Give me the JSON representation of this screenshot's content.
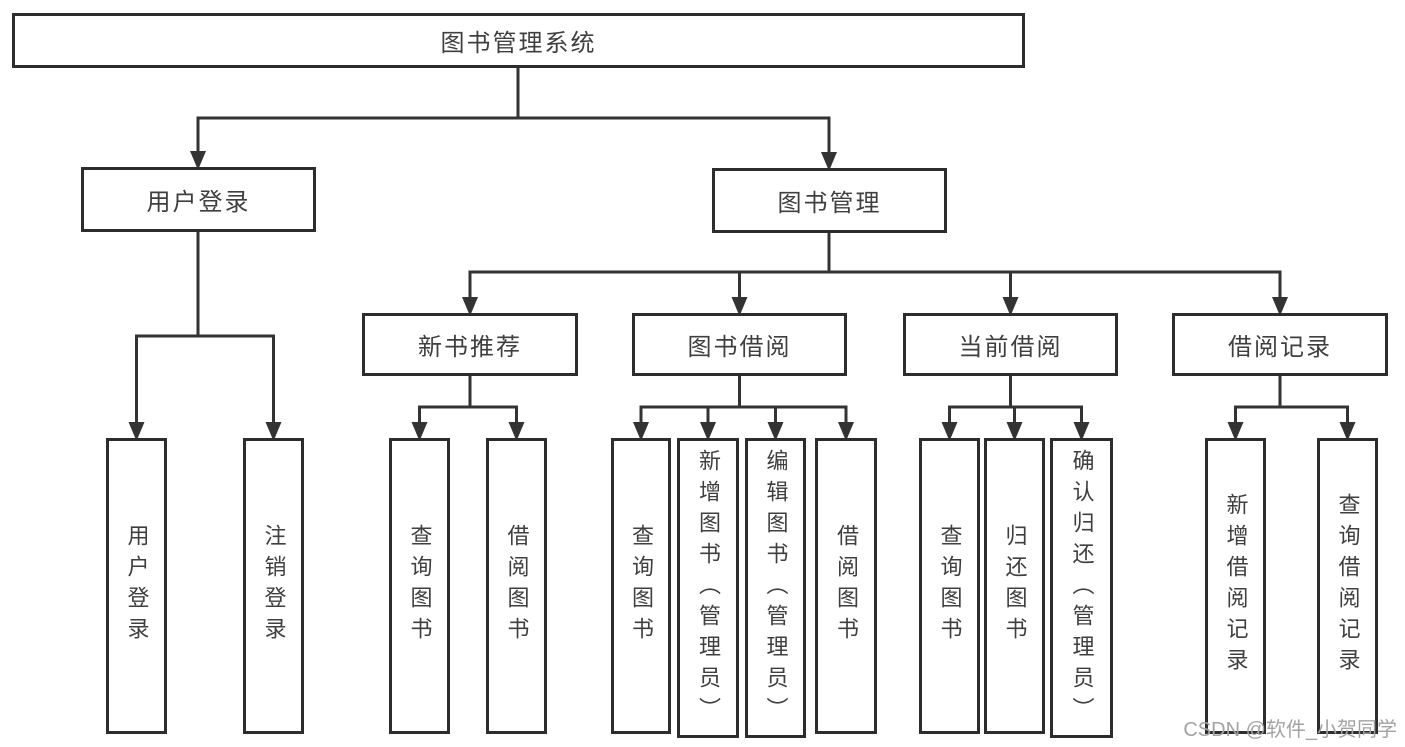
{
  "diagram": {
    "root": {
      "label": "图书管理系统"
    },
    "level2": {
      "user_login": {
        "label": "用户登录"
      },
      "book_mgmt": {
        "label": "图书管理"
      }
    },
    "level3": {
      "new_book_rec": {
        "label": "新书推荐"
      },
      "book_borrow": {
        "label": "图书借阅"
      },
      "current_borrow": {
        "label": "当前借阅"
      },
      "borrow_records": {
        "label": "借阅记录"
      }
    },
    "leaves": {
      "user_login": {
        "label": "用户登录"
      },
      "logout": {
        "label": "注销登录"
      },
      "rec_query_book": {
        "label": "查询图书"
      },
      "rec_borrow_book": {
        "label": "借阅图书"
      },
      "bb_query_book": {
        "label": "查询图书"
      },
      "bb_add_book_admin": {
        "label": "新增图书（管理员）"
      },
      "bb_edit_book_admin": {
        "label": "编辑图书（管理员）"
      },
      "bb_borrow_book": {
        "label": "借阅图书"
      },
      "cb_query_book": {
        "label": "查询图书"
      },
      "cb_return_book": {
        "label": "归还图书"
      },
      "cb_confirm_return_admin": {
        "label": "确认归还（管理员）"
      },
      "br_add_record": {
        "label": "新增借阅记录"
      },
      "br_query_record": {
        "label": "查询借阅记录"
      }
    }
  },
  "watermark": {
    "text": "CSDN @软件_小贺同学"
  },
  "colors": {
    "line": "#333333",
    "box_border": "#2d2d2d",
    "text": "#3f3f3f",
    "watermark": "#a3a3a3",
    "background": "#ffffff"
  }
}
